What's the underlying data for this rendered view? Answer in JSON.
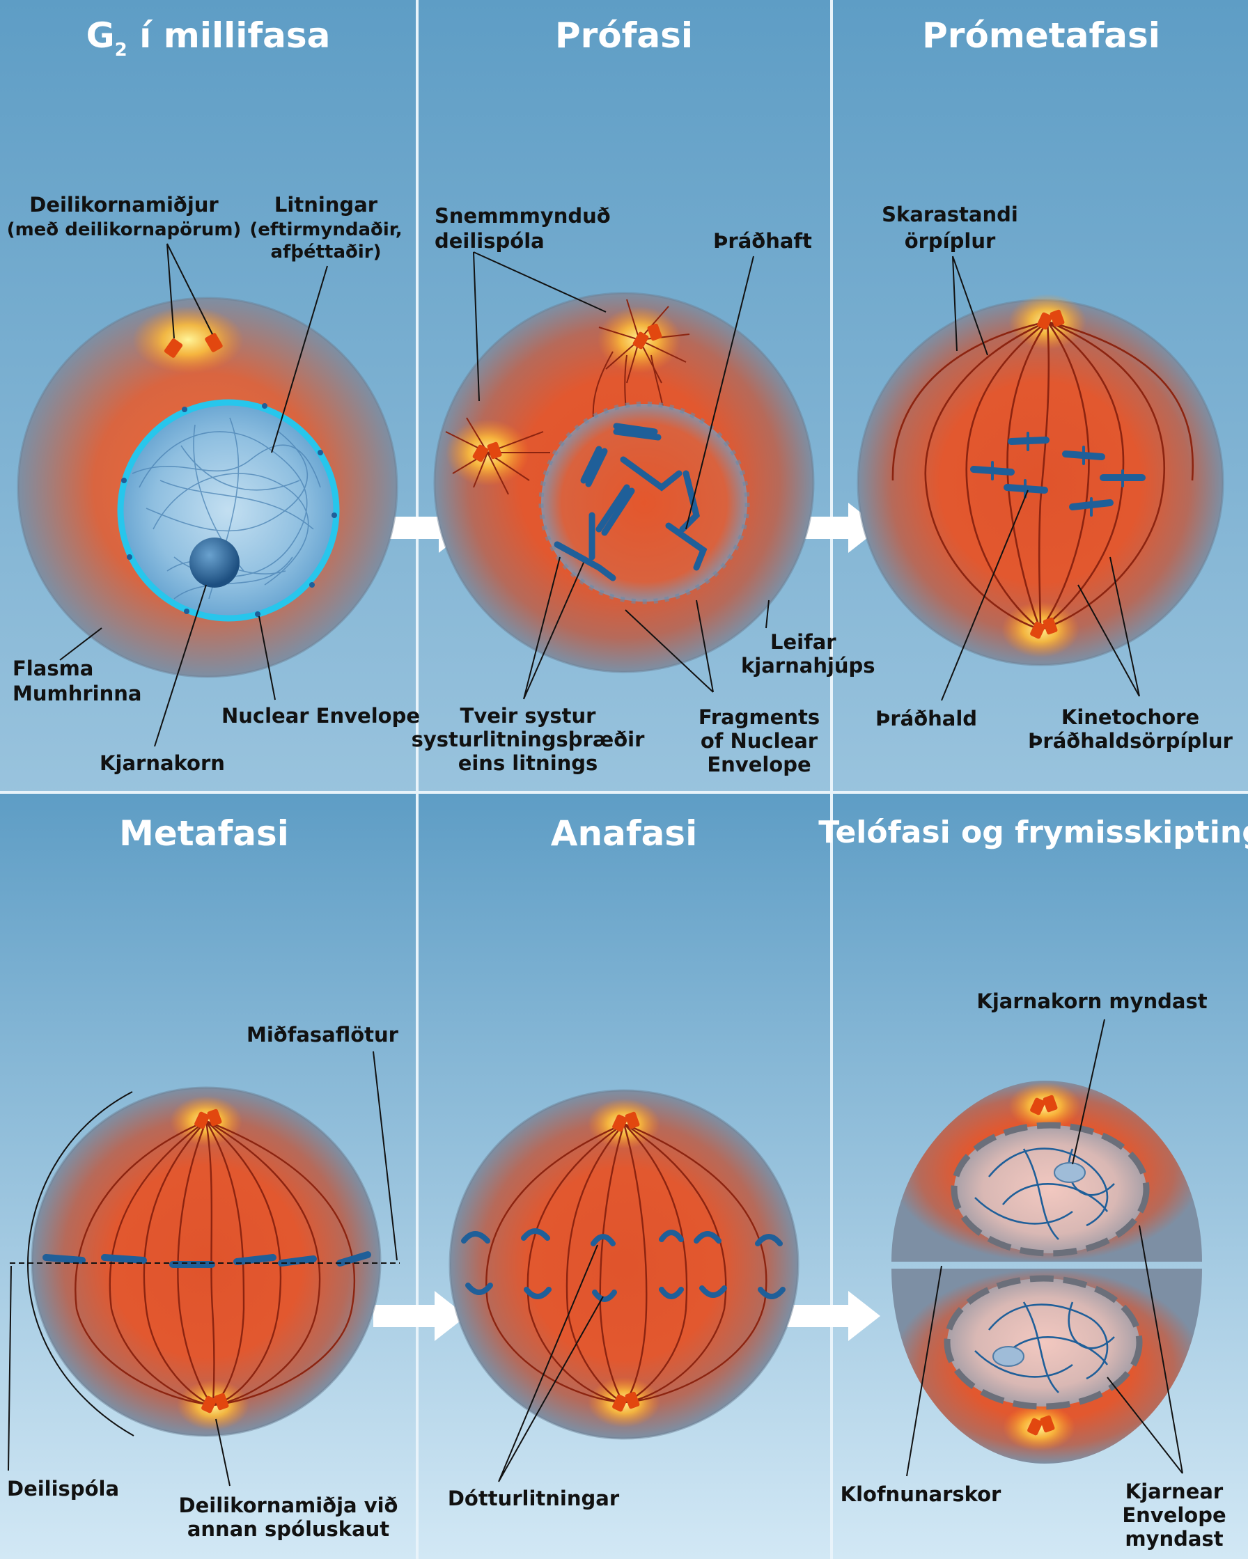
{
  "panels": {
    "g2": {
      "title_main": "G",
      "title_sub": "2",
      "title_rest": " í millifasa"
    },
    "pro": {
      "title": "Prófasi"
    },
    "prom": {
      "title": "Prómetafasi"
    },
    "meta": {
      "title": "Metafasi"
    },
    "ana": {
      "title": "Anafasi"
    },
    "telo": {
      "title": "Telófasi og frymisskipting"
    }
  },
  "labels": {
    "g2": {
      "centrosomes_1": "Deilikornamiðjur",
      "centrosomes_2": "(með deilikornapörum)",
      "chromatin_1": "Litningar",
      "chromatin_2": "(eftirmyndaðir,",
      "chromatin_3": "afþéttaðir)",
      "plasma_1": "Flasma",
      "plasma_2": "Mumhrinna",
      "envelope": "Nuclear Envelope",
      "nucleolus": "Kjarnakorn"
    },
    "pro": {
      "spindle_1": "Snemmmynduð",
      "spindle_2": "deilispóla",
      "centromere": "Þráðhaft",
      "nucleolus_1": "Leifar",
      "nucleolus_2": "kjarnahjúps",
      "sisters_1": "Tveir systur",
      "sisters_2": "systurlitningsþræðir",
      "sisters_3": "eins litnings",
      "fragments_1": "Fragments",
      "fragments_2": "of Nuclear",
      "fragments_3": "Envelope"
    },
    "prom": {
      "nonkin_1": "Skarastandi",
      "nonkin_2": "örpíplur",
      "kinetochore": "Þráðhald",
      "kinmt_1": "Kinetochore",
      "kinmt_2": "Þráðhaldsörpíplur"
    },
    "meta": {
      "plate": "Miðfasaflötur",
      "spindle": "Deilispóla",
      "centrosome_1": "Deilikornamiðja við",
      "centrosome_2": "annan spóluskaut"
    },
    "ana": {
      "daughters": "Dótturlitningar"
    },
    "telo": {
      "nucleolus": "Kjarnakorn myndast",
      "furrow": "Klofnunarskor",
      "envelope_1": "Kjarnear",
      "envelope_2": "Envelope",
      "envelope_3": "myndast"
    }
  },
  "colors": {
    "background_top": "#5f9ec6",
    "background_bottom": "#cfe6f4",
    "cytoplasm": "#8898aa",
    "spindle_glow": "#e6532a",
    "centriole": "#e2470f",
    "chromosome": "#1f5f99",
    "nuclear_envelope": "#27c6ec",
    "arrow": "#ffffff"
  }
}
